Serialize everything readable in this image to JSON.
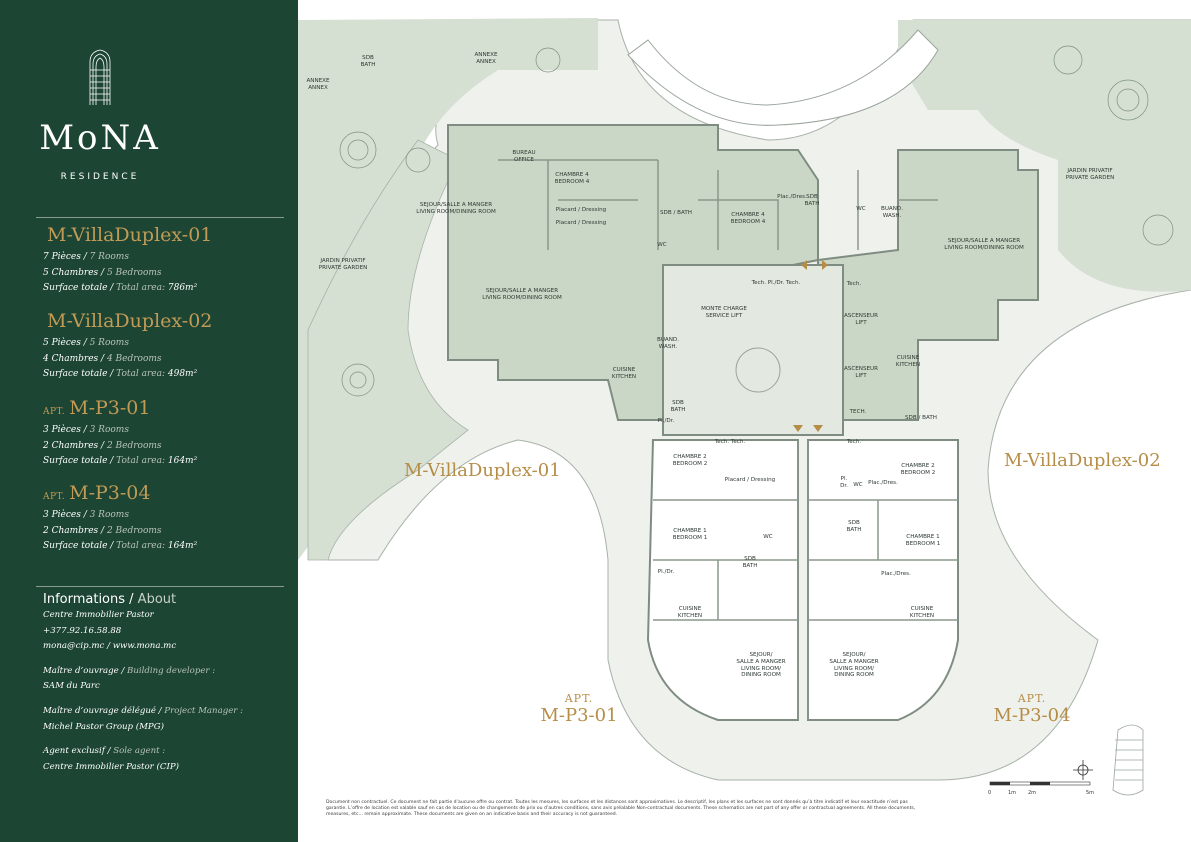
{
  "brand": {
    "name": "MoNA",
    "subtitle": "RESIDENCE"
  },
  "units": [
    {
      "prefix": "",
      "title": "M-VillaDuplex-01",
      "lines": [
        {
          "fr": "7 Pièces /",
          "en": " 7 Rooms"
        },
        {
          "fr": "5 Chambres /",
          "en": " 5 Bedrooms"
        },
        {
          "fr": "Surface totale /",
          "en": " Total area: ",
          "value": "786m²"
        }
      ]
    },
    {
      "prefix": "",
      "title": "M-VillaDuplex-02",
      "lines": [
        {
          "fr": "5 Pièces /",
          "en": " 5 Rooms"
        },
        {
          "fr": "4 Chambres /",
          "en": " 4 Bedrooms"
        },
        {
          "fr": "Surface totale /",
          "en": " Total area: ",
          "value": "498m²"
        }
      ]
    },
    {
      "prefix": "APT.",
      "title": "M-P3-01",
      "lines": [
        {
          "fr": "3 Pièces /",
          "en": " 3 Rooms"
        },
        {
          "fr": "2 Chambres /",
          "en": " 2 Bedrooms"
        },
        {
          "fr": "Surface totale /",
          "en": " Total area: ",
          "value": "164m²"
        }
      ]
    },
    {
      "prefix": "APT.",
      "title": "M-P3-04",
      "lines": [
        {
          "fr": "3 Pièces /",
          "en": " 3 Rooms"
        },
        {
          "fr": "2 Chambres /",
          "en": " 2 Bedrooms"
        },
        {
          "fr": "Surface totale /",
          "en": " Total area: ",
          "value": "164m²"
        }
      ]
    }
  ],
  "info": {
    "title_fr": "Informations /",
    "title_en": " About",
    "lines": [
      {
        "fr": "Centre Immobilier Pastor",
        "en": ""
      },
      {
        "fr": "+377.92.16.58.88",
        "en": ""
      },
      {
        "fr": "mona@cip.mc / www.mona.mc",
        "en": ""
      },
      {
        "fr": "",
        "en": "",
        "gap": true
      },
      {
        "fr": "Maître d’ouvrage /",
        "en": " Building developer :"
      },
      {
        "fr": "SAM du Parc",
        "en": ""
      },
      {
        "fr": "",
        "en": "",
        "gap": true
      },
      {
        "fr": "Maître d’ouvrage délégué /",
        "en": " Project Manager :"
      },
      {
        "fr": "Michel Pastor Group (MPG)",
        "en": ""
      },
      {
        "fr": "",
        "en": "",
        "gap": true
      },
      {
        "fr": "Agent exclusif /",
        "en": " Sole agent :"
      },
      {
        "fr": "Centre Immobilier Pastor (CIP)",
        "en": ""
      }
    ]
  },
  "plan": {
    "rooms": [
      {
        "lines": [
          "ANNEXE",
          "ANNEX"
        ]
      },
      {
        "lines": [
          "SDB",
          "BATH"
        ]
      },
      {
        "lines": [
          "ANNEXE",
          "ANNEX"
        ]
      },
      {
        "lines": [
          "BUREAU",
          "OFFICE"
        ]
      },
      {
        "lines": [
          "CHAMBRE 4",
          "BEDROOM 4"
        ]
      },
      {
        "lines": [
          "SEJOUR/SALLE A MANGER",
          "LIVING ROOM/DINING ROOM"
        ]
      },
      {
        "lines": [
          "Placard / Dressing"
        ]
      },
      {
        "lines": [
          "Placard / Dressing"
        ]
      },
      {
        "lines": [
          "SDB / BATH"
        ]
      },
      {
        "lines": [
          "WC"
        ]
      },
      {
        "lines": [
          "CHAMBRE 4",
          "BEDROOM 4"
        ]
      },
      {
        "lines": [
          "SDB",
          "BATH"
        ]
      },
      {
        "lines": [
          "Plac./Dres."
        ]
      },
      {
        "lines": [
          "WC"
        ]
      },
      {
        "lines": [
          "BUAND.",
          "WASH."
        ]
      },
      {
        "lines": [
          "JARDIN PRIVATIF",
          "PRIVATE GARDEN"
        ]
      },
      {
        "lines": [
          "JARDIN PRIVATIF",
          "PRIVATE GARDEN"
        ]
      },
      {
        "lines": [
          "SEJOUR/SALLE A MANGER",
          "LIVING ROOM/DINING ROOM"
        ]
      },
      {
        "lines": [
          "SEJOUR/SALLE A MANGER",
          "LIVING ROOM/DINING ROOM"
        ]
      },
      {
        "lines": [
          "Tech. Pl./Dr. Tech."
        ]
      },
      {
        "lines": [
          "MONTE CHARGE",
          "SERVICE LIFT"
        ]
      },
      {
        "lines": [
          "Tech."
        ]
      },
      {
        "lines": [
          "ASCENSEUR",
          "LIFT"
        ]
      },
      {
        "lines": [
          "ASCENSEUR",
          "LIFT"
        ]
      },
      {
        "lines": [
          "CUISINE",
          "KITCHEN"
        ]
      },
      {
        "lines": [
          "BUAND.",
          "WASH."
        ]
      },
      {
        "lines": [
          "CUISINE",
          "KITCHEN"
        ]
      },
      {
        "lines": [
          "SDB",
          "BATH"
        ]
      },
      {
        "lines": [
          "TECH."
        ]
      },
      {
        "lines": [
          "SDB / BATH"
        ]
      },
      {
        "lines": [
          "Tech.   Tech."
        ]
      },
      {
        "lines": [
          "Tech."
        ]
      },
      {
        "lines": [
          "CHAMBRE 2",
          "BEDROOM 2"
        ]
      },
      {
        "lines": [
          "Placard / Dressing"
        ]
      },
      {
        "lines": [
          "CHAMBRE 2",
          "BEDROOM 2"
        ]
      },
      {
        "lines": [
          "Pl.",
          "Dr."
        ]
      },
      {
        "lines": [
          "WC"
        ]
      },
      {
        "lines": [
          "Plac./Dres."
        ]
      },
      {
        "lines": [
          "CHAMBRE 1",
          "BEDROOM 1"
        ]
      },
      {
        "lines": [
          "WC"
        ]
      },
      {
        "lines": [
          "SDB",
          "BATH"
        ]
      },
      {
        "lines": [
          "SDB",
          "BATH"
        ]
      },
      {
        "lines": [
          "CHAMBRE 1",
          "BEDROOM 1"
        ]
      },
      {
        "lines": [
          "Pl./Dr."
        ]
      },
      {
        "lines": [
          "Plac./Dres."
        ]
      },
      {
        "lines": [
          "CUISINE",
          "KITCHEN"
        ]
      },
      {
        "lines": [
          "CUISINE",
          "KITCHEN"
        ]
      },
      {
        "lines": [
          "SEJOUR/",
          "SALLE A MANGER",
          "LIVING ROOM/",
          "DINING ROOM"
        ]
      },
      {
        "lines": [
          "SEJOUR/",
          "SALLE A MANGER",
          "LIVING ROOM/",
          "DINING ROOM"
        ]
      },
      {
        "lines": [
          "Pl./Dr."
        ]
      }
    ],
    "labels": {
      "villa01": "M-VillaDuplex-01",
      "villa02": "M-VillaDuplex-02"
    },
    "apartments": [
      {
        "prefix": "APT.",
        "name": "M-P3-01"
      },
      {
        "prefix": "APT.",
        "name": "M-P3-04"
      }
    ],
    "scale": [
      "0",
      "1m",
      "2m",
      "5m"
    ],
    "disclaimer": "Document non contractuel. Ce document ne fait partie d’aucune offre ou contrat. Toutes les mesures, les surfaces et les distances sont approximatives. Le descriptif, les plans et les surfaces ne sont donnés qu’à titre indicatif et leur exactitude n’est pas garantie. L’offre de location est valable sauf en cas de location ou de changements de prix ou d’autres conditions, sans avis préalable Non-contractual documents. These schematics are not part of any offer or contractual agreements.  All these documents, measures, etc... remain approximate. These documents are given on an indicative basis and their accuracy is not guaranteed.",
    "colors": {
      "garden": "#d5dfd2",
      "terrace": "#eef1ec",
      "wall": "#8a978c",
      "accent": "#b68d47"
    }
  }
}
